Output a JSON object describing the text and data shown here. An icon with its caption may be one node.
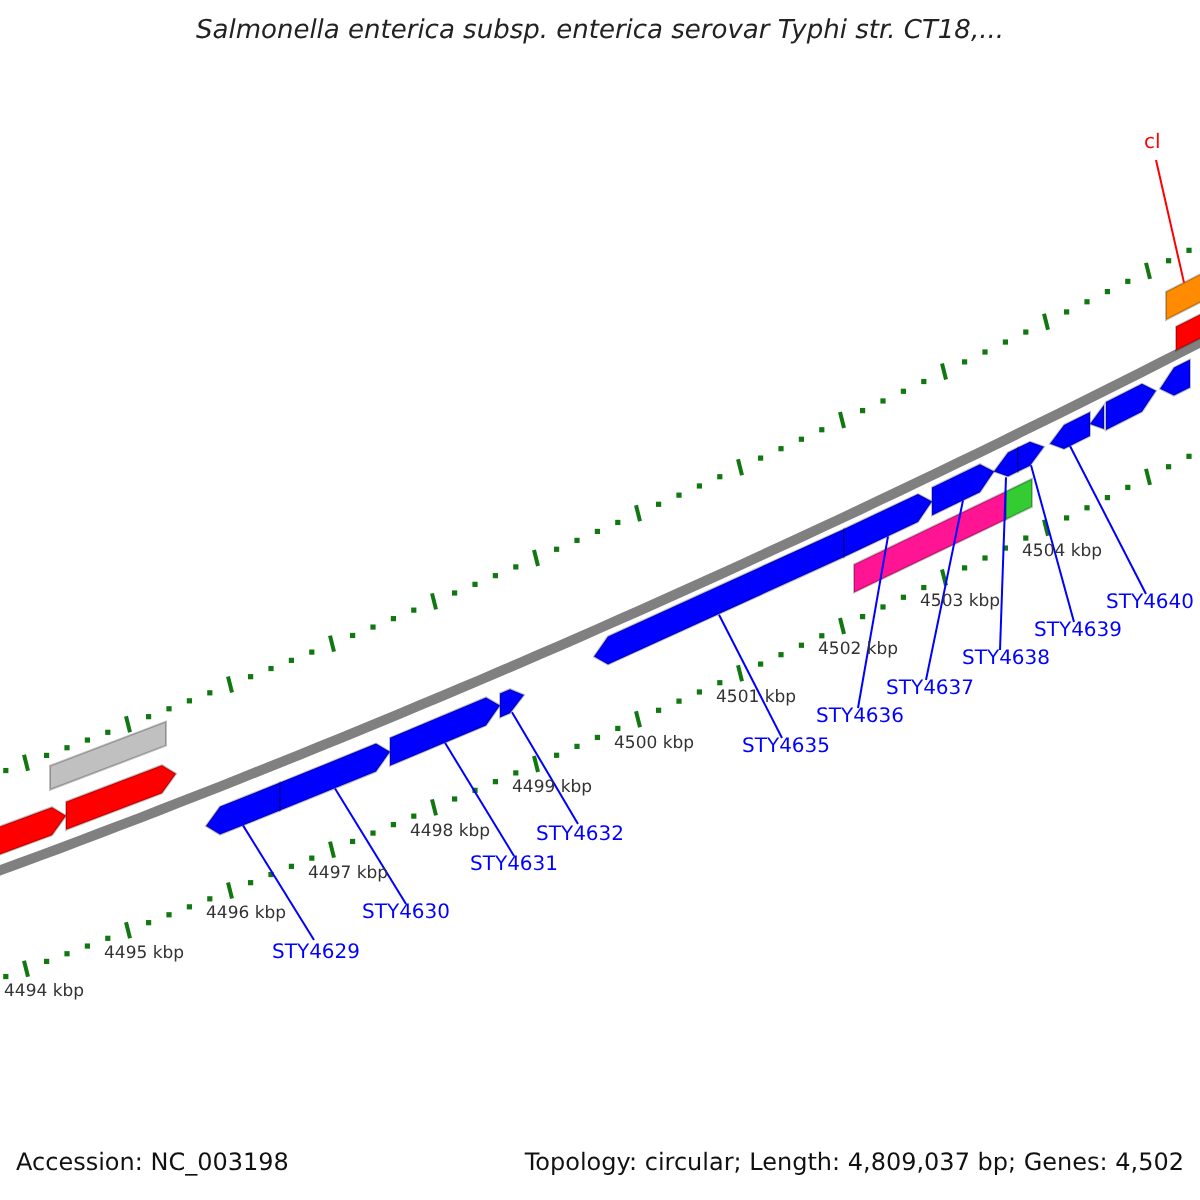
{
  "diagram": {
    "title": "Salmonella enterica subsp. enterica serovar Typhi str. CT18,...",
    "nodes": [
      {
        "text": [
          "cl"
        ]
      },
      {
        "text": [
          "STY4629"
        ]
      },
      {
        "text": [
          "STY4630"
        ]
      },
      {
        "text": [
          "STY4631"
        ]
      },
      {
        "text": [
          "STY4632"
        ]
      },
      {
        "text": [
          "STY4635"
        ]
      },
      {
        "text": [
          "STY4636"
        ]
      },
      {
        "text": [
          "STY4637"
        ]
      },
      {
        "text": [
          "STY4638"
        ]
      },
      {
        "text": [
          "STY4639"
        ]
      },
      {
        "text": [
          "STY4640"
        ]
      },
      {
        "text": [],
        "shape": "bar"
      },
      {
        "text": [],
        "shape": "bar"
      },
      {
        "text": [],
        "shape": "bar"
      },
      {
        "text": [],
        "shape": "bar"
      },
      {
        "text": [],
        "shape": "bar"
      },
      {
        "text": [],
        "shape": "bar"
      },
      {
        "text": [],
        "shape": "bar"
      },
      {
        "text": [],
        "shape": "bar"
      },
      {
        "text": [],
        "shape": "bar"
      },
      {
        "text": [],
        "shape": "bar"
      },
      {
        "text": [],
        "shape": "bar"
      },
      {
        "text": [],
        "shape": "bar"
      },
      {
        "text": [],
        "shape": "bar"
      },
      {
        "text": [],
        "shape": "bar"
      },
      {
        "text": [],
        "shape": "bar"
      },
      {
        "text": [],
        "shape": "bar"
      },
      {
        "text": [],
        "shape": "bar"
      },
      {
        "text": [],
        "shape": "bar"
      },
      {
        "text": [],
        "shape": "bar"
      },
      {
        "text": [],
        "shape": "bar"
      }
    ],
    "edges": [
      {
        "from": 0,
        "to": 29,
        "arrow": "none",
        "color": "#ff0000"
      },
      {
        "from": 1,
        "to": 14,
        "arrow": "none"
      },
      {
        "from": 2,
        "to": 15,
        "arrow": "none"
      },
      {
        "from": 3,
        "to": 16,
        "arrow": "none"
      },
      {
        "from": 4,
        "to": 17,
        "arrow": "none"
      },
      {
        "from": 5,
        "to": 18,
        "arrow": "none"
      },
      {
        "from": 6,
        "to": 19,
        "arrow": "none"
      },
      {
        "from": 7,
        "to": 21,
        "arrow": "none"
      },
      {
        "from": 8,
        "to": 22,
        "arrow": "none"
      },
      {
        "from": 9,
        "to": 24,
        "arrow": "none"
      },
      {
        "from": 10,
        "to": 25,
        "arrow": "none"
      }
    ],
    "labels": [
      "4494 kbp",
      "4495 kbp",
      "4496 kbp",
      "4497 kbp",
      "4498 kbp",
      "4499 kbp",
      "4500 kbp",
      "4501 kbp",
      "4502 kbp",
      "4503 kbp",
      "4504 kbp",
      "Accession: NC_003198",
      "Topology: circular; Length: 4,809,037 bp; Genes: 4,502"
    ]
  }
}
